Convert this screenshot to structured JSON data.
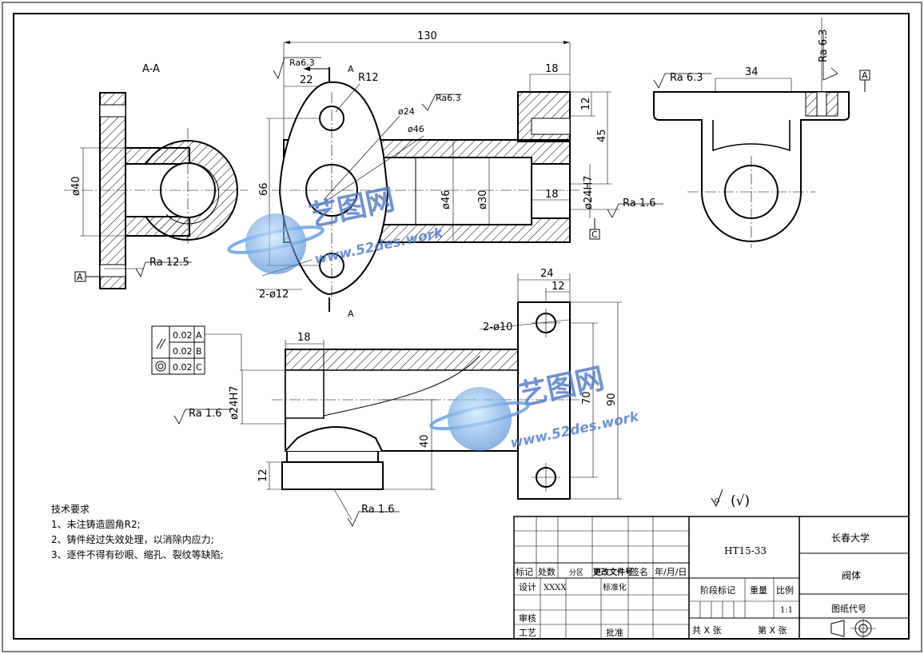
{
  "views": {
    "section_label": "A-A",
    "cut_mark": "A"
  },
  "dimensions": {
    "overall_length": "130",
    "top_offset_22": "22",
    "flange_18": "18",
    "radius_r12": "R12",
    "dia_24": "ø24",
    "dia_46": "ø46",
    "height_66": "66",
    "dia_46_vertical": "ø46",
    "dia_30": "ø30",
    "length_18_inner": "18",
    "bore_24h7": "ø24H7",
    "thickness_12": "12",
    "height_45": "45",
    "holes_2x12": "2-ø12",
    "dia_40": "ø40",
    "top_34": "34",
    "width_24": "24",
    "width_12": "12",
    "holes_2x10": "2-ø10",
    "dist_70": "70",
    "height_90": "90",
    "height_40": "40",
    "thickness_12_front": "12",
    "flange_18_front": "18",
    "bore_24h7_front": "ø24H7"
  },
  "roughness": {
    "ra63_top": "Ra6.3",
    "ra63_hole": "Ra6.3",
    "ra16_bore": "Ra 1.6",
    "ra125": "Ra 12.5",
    "ra63_side": "Ra 6.3",
    "ra63_vertical": "Ra 6.3",
    "ra16_front": "Ra 1.6",
    "ra16_bottom": "Ra 1.6",
    "general_mark": "(√)"
  },
  "datums": {
    "a": "A",
    "c": "C"
  },
  "tolerances": [
    {
      "value": "0.02",
      "datum": "A"
    },
    {
      "value": "0.02",
      "datum": "B"
    },
    {
      "value": "0.02",
      "datum": "C"
    }
  ],
  "notes": {
    "title": "技术要求",
    "items": [
      "1、未注铸造圆角R2;",
      "2、铸件经过失效处理，以消除内应力;",
      "3、逐件不得有砂眼、缩孔、裂纹等缺陷;"
    ]
  },
  "title_block": {
    "drawing_no": "HT15-33",
    "school": "长春大学",
    "part_name": "阀体",
    "drawing_code": "图纸代号",
    "scale_header": "比例",
    "weight_header": "重量",
    "stage_header": "阶段标记",
    "scale": "1:1",
    "total_sheets": "共 X 张",
    "sheet_no": "第 X 张",
    "rev_mark": "标记",
    "rev_count": "处数",
    "rev_zone": "分区",
    "rev_doc": "更改文件号",
    "rev_sign": "签名",
    "rev_date": "年/月/日",
    "design": "设计",
    "designer": "XXXX",
    "standard": "标准化",
    "review": "审核",
    "process": "工艺",
    "approve": "批准"
  },
  "watermarks": [
    {
      "brand": "艺图网",
      "url": "www.52des.work"
    },
    {
      "brand": "艺图网",
      "url": "www.52des.work"
    }
  ]
}
